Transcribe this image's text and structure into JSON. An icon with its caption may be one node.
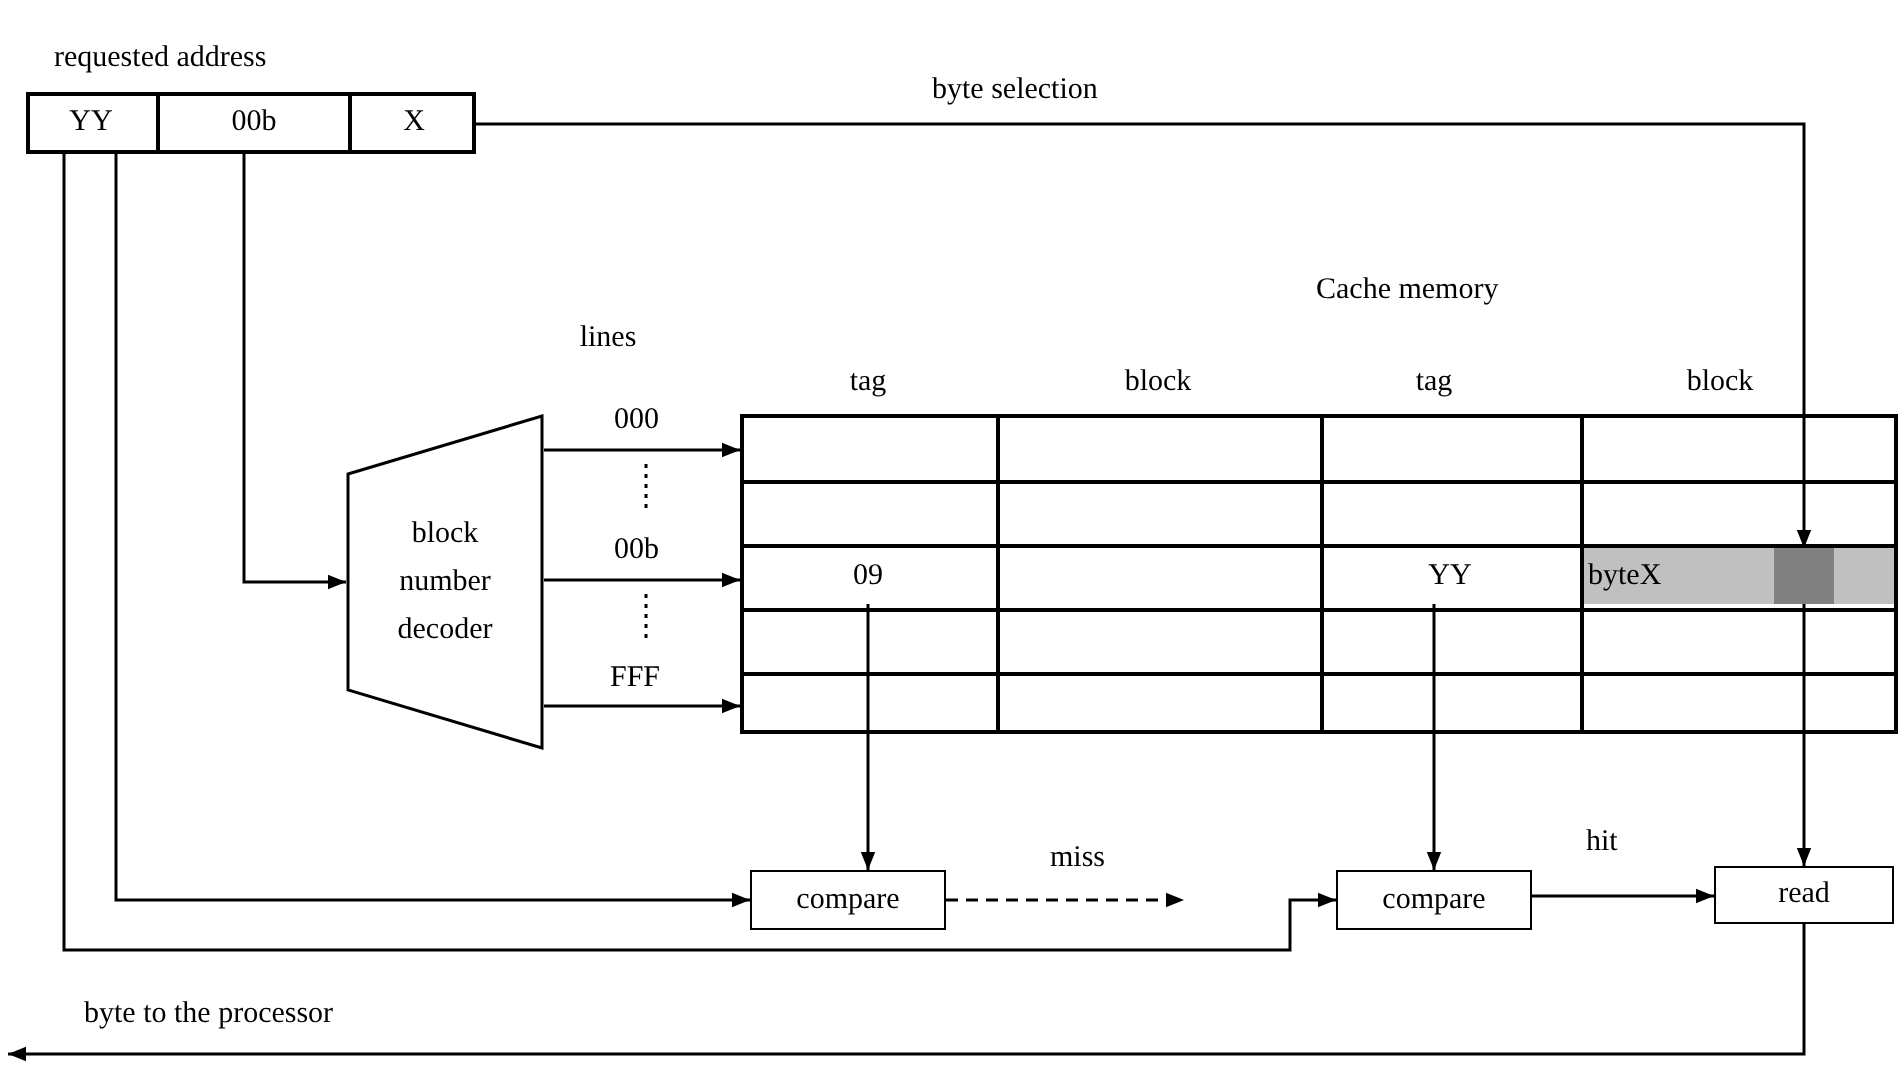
{
  "diagram": {
    "nodes": [
      {
        "text": [
          "requested address"
        ]
      },
      {
        "text": [
          "YY"
        ],
        "in": 0
      },
      {
        "text": [
          "00b"
        ],
        "in": 0
      },
      {
        "text": [
          "X"
        ],
        "in": 0
      },
      {
        "text": [
          "block number decoder"
        ]
      },
      {
        "text": [
          "Cache memory"
        ]
      },
      {
        "text": [
          "09"
        ],
        "in": 5
      },
      {
        "text": [
          "YY"
        ],
        "in": 5
      },
      {
        "text": [
          "byteX"
        ],
        "in": 5
      },
      {
        "text": [],
        "shape": "box",
        "in": 5
      },
      {
        "text": [],
        "shape": "box",
        "in": 5
      },
      {
        "text": [
          "compare"
        ]
      },
      {
        "text": [
          "compare"
        ]
      },
      {
        "text": [
          "read"
        ]
      }
    ],
    "edges": [
      {
        "from": 1,
        "to": 11,
        "arrow": "to"
      },
      {
        "from": 1,
        "to": 12,
        "arrow": "to"
      },
      {
        "from": 2,
        "to": 4,
        "arrow": "to"
      },
      {
        "from": 3,
        "to": 9,
        "arrow": "to",
        "label": "byte selection"
      },
      {
        "from": 4,
        "to": 5,
        "arrow": "to",
        "label": "000"
      },
      {
        "from": 4,
        "to": 5,
        "arrow": "to",
        "label": "00b"
      },
      {
        "from": 4,
        "to": 5,
        "arrow": "to",
        "label": "FFF"
      },
      {
        "from": 6,
        "to": 11,
        "arrow": "to"
      },
      {
        "from": 7,
        "to": 12,
        "arrow": "to"
      },
      {
        "from": 9,
        "to": 13,
        "arrow": "to"
      },
      {
        "from": 11,
        "to": null,
        "arrow": "to",
        "label": "miss",
        "style": "dashed"
      },
      {
        "from": 12,
        "to": 13,
        "arrow": "to",
        "label": "hit"
      },
      {
        "from": 13,
        "to": null,
        "arrow": "to",
        "label": "byte to the processor"
      }
    ],
    "labels": [
      "lines",
      "tag",
      "block",
      "tag",
      "block"
    ]
  }
}
